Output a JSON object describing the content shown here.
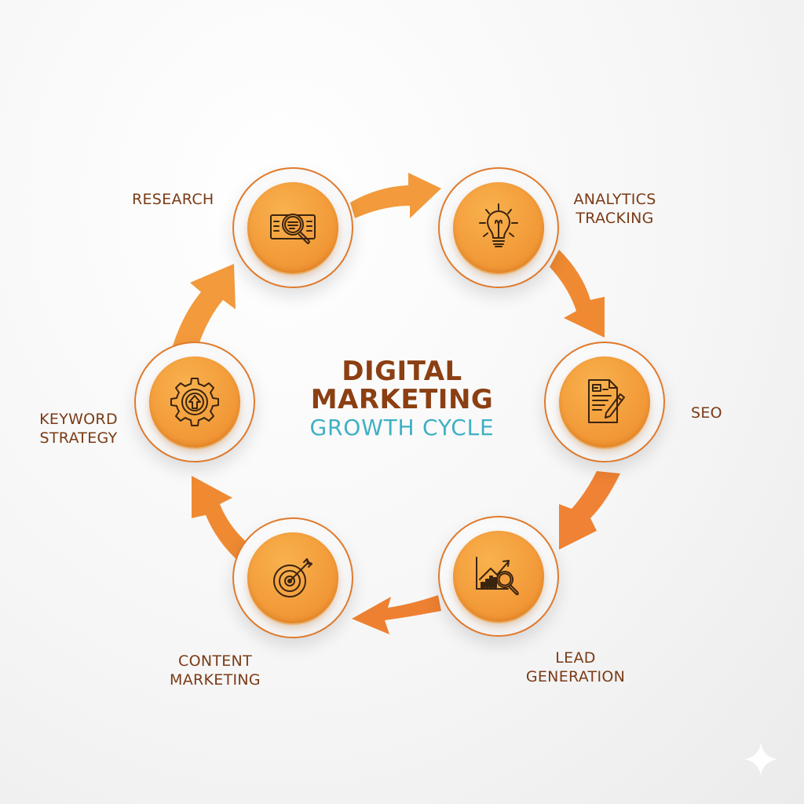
{
  "title": {
    "line1": "DIGITAL",
    "line2": "MARKETING",
    "line3": "GROWTH CYCLE"
  },
  "colors": {
    "accent_orange": "#f4a03e",
    "arrow_orange": "#ef8a33",
    "ring_orange": "#e07a2c",
    "label_brown": "#7a3b16",
    "title_brown": "#8b3f12",
    "subtitle_teal": "#3fb0c4",
    "background": "#f4f4f4"
  },
  "cycle": {
    "direction": "clockwise",
    "steps": [
      {
        "id": "research",
        "label_line1": "RESEARCH",
        "label_line2": "",
        "icon": "document-search-icon"
      },
      {
        "id": "analytics-tracking",
        "label_line1": "ANALYTICS",
        "label_line2": "TRACKING",
        "icon": "lightbulb-icon"
      },
      {
        "id": "seo",
        "label_line1": "SEO",
        "label_line2": "",
        "icon": "document-pencil-icon"
      },
      {
        "id": "lead-generation",
        "label_line1": "LEAD",
        "label_line2": "GENERATION",
        "icon": "chart-magnifier-icon"
      },
      {
        "id": "content-marketing",
        "label_line1": "CONTENT",
        "label_line2": "MARKETING",
        "icon": "target-arrow-icon"
      },
      {
        "id": "keyword-strategy",
        "label_line1": "KEYWORD",
        "label_line2": "STRATEGY",
        "icon": "gear-arrow-up-icon"
      }
    ]
  },
  "watermark": {
    "icon": "sparkle-icon"
  }
}
